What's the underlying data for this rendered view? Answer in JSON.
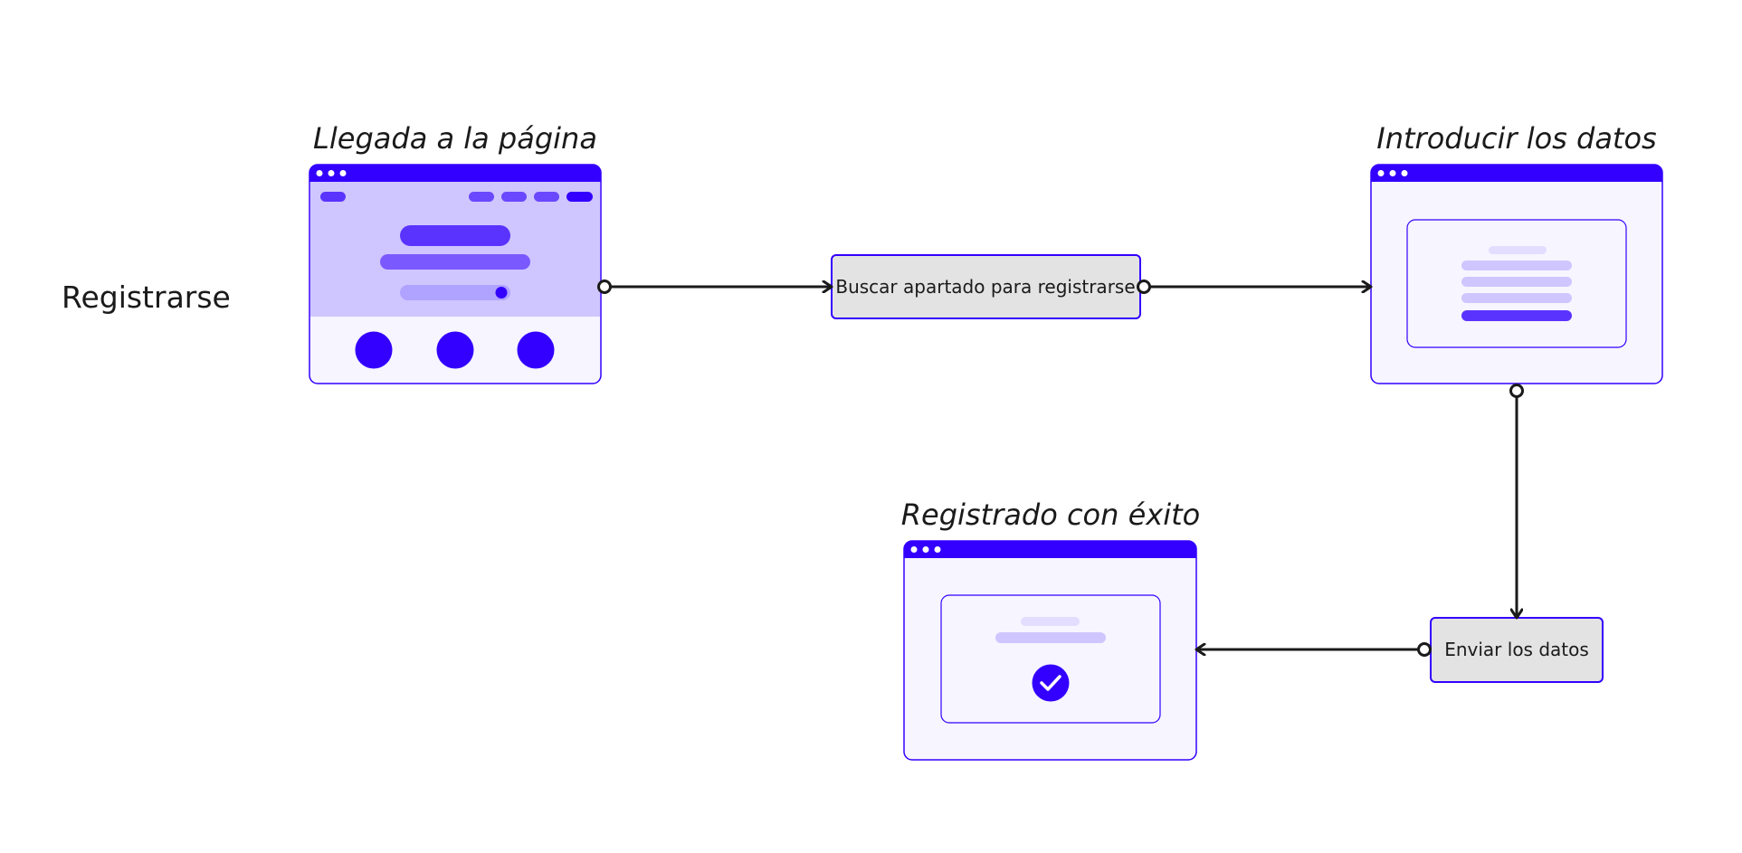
{
  "row_label": "Registrarse",
  "stages": {
    "landing": {
      "title": "Llegada a la página"
    },
    "input": {
      "title": "Introducir los datos"
    },
    "success": {
      "title": "Registrado con éxito"
    }
  },
  "processes": {
    "search": {
      "label": "Buscar apartado para registrarse"
    },
    "submit": {
      "label": "Enviar los datos"
    }
  },
  "colors": {
    "accent": "#3300ff",
    "accent_light": "#cfc6ff",
    "window_bg": "#f7f5ff",
    "process_fill": "#e3e3e3",
    "connector": "#1a1a1a"
  },
  "icons": [
    "checkmark-icon",
    "window-dots-icon"
  ]
}
